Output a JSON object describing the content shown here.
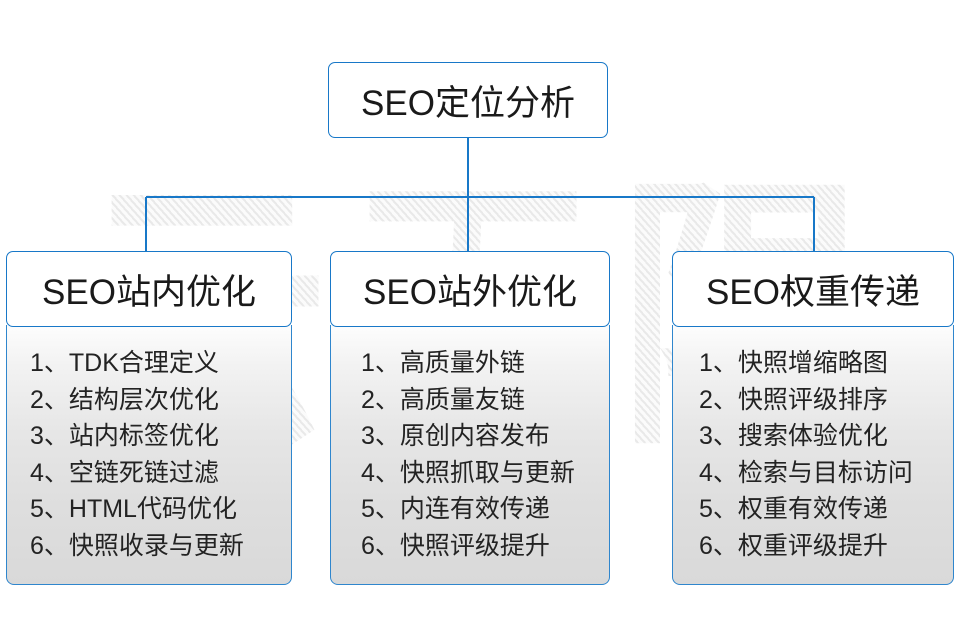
{
  "watermark": {
    "text": "云无限"
  },
  "root": {
    "title": "SEO定位分析"
  },
  "columns": [
    {
      "title": "SEO站内优化",
      "items": [
        {
          "num": "1、",
          "text": "TDK合理定义"
        },
        {
          "num": "2、",
          "text": "结构层次优化"
        },
        {
          "num": "3、",
          "text": "站内标签优化"
        },
        {
          "num": "4、",
          "text": "空链死链过滤"
        },
        {
          "num": "5、",
          "text": "HTML代码优化"
        },
        {
          "num": "6、",
          "text": "快照收录与更新"
        }
      ]
    },
    {
      "title": "SEO站外优化",
      "items": [
        {
          "num": "1、",
          "text": "高质量外链"
        },
        {
          "num": "2、",
          "text": "高质量友链"
        },
        {
          "num": "3、",
          "text": "原创内容发布"
        },
        {
          "num": "4、",
          "text": "快照抓取与更新"
        },
        {
          "num": "5、",
          "text": "内连有效传递"
        },
        {
          "num": "6、",
          "text": "快照评级提升"
        }
      ]
    },
    {
      "title": "SEO权重传递",
      "items": [
        {
          "num": "1、",
          "text": "快照增缩略图"
        },
        {
          "num": "2、",
          "text": "快照评级排序"
        },
        {
          "num": "3、",
          "text": "搜索体验优化"
        },
        {
          "num": "4、",
          "text": "检索与目标访问"
        },
        {
          "num": "5、",
          "text": "权重有效传递"
        },
        {
          "num": "6、",
          "text": "权重评级提升"
        }
      ]
    }
  ],
  "colors": {
    "connector": "#1878c8",
    "border": "#1878c8",
    "text": "#1a1a1a",
    "panel_top": "#fdfdfd",
    "panel_bottom": "#d9d9d9"
  }
}
